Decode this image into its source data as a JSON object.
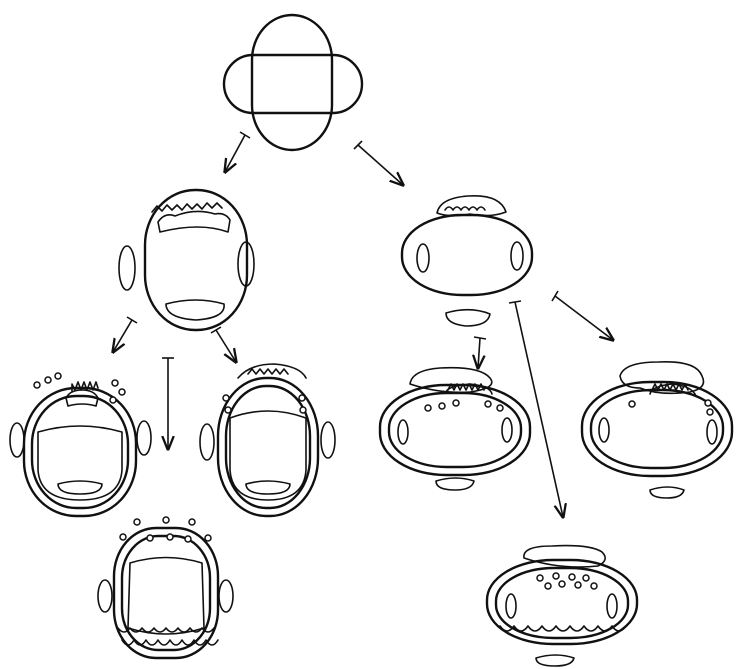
{
  "figure": {
    "ink_color": "#111111",
    "background": "#ffffff",
    "stages": [
      "cross-shaped-ovals",
      "upright-embryo",
      "wide-embryo",
      "left-variant-a",
      "left-variant-b",
      "left-variant-c",
      "right-variant-a",
      "right-variant-b",
      "right-variant-c"
    ],
    "arrow_count": 8
  }
}
